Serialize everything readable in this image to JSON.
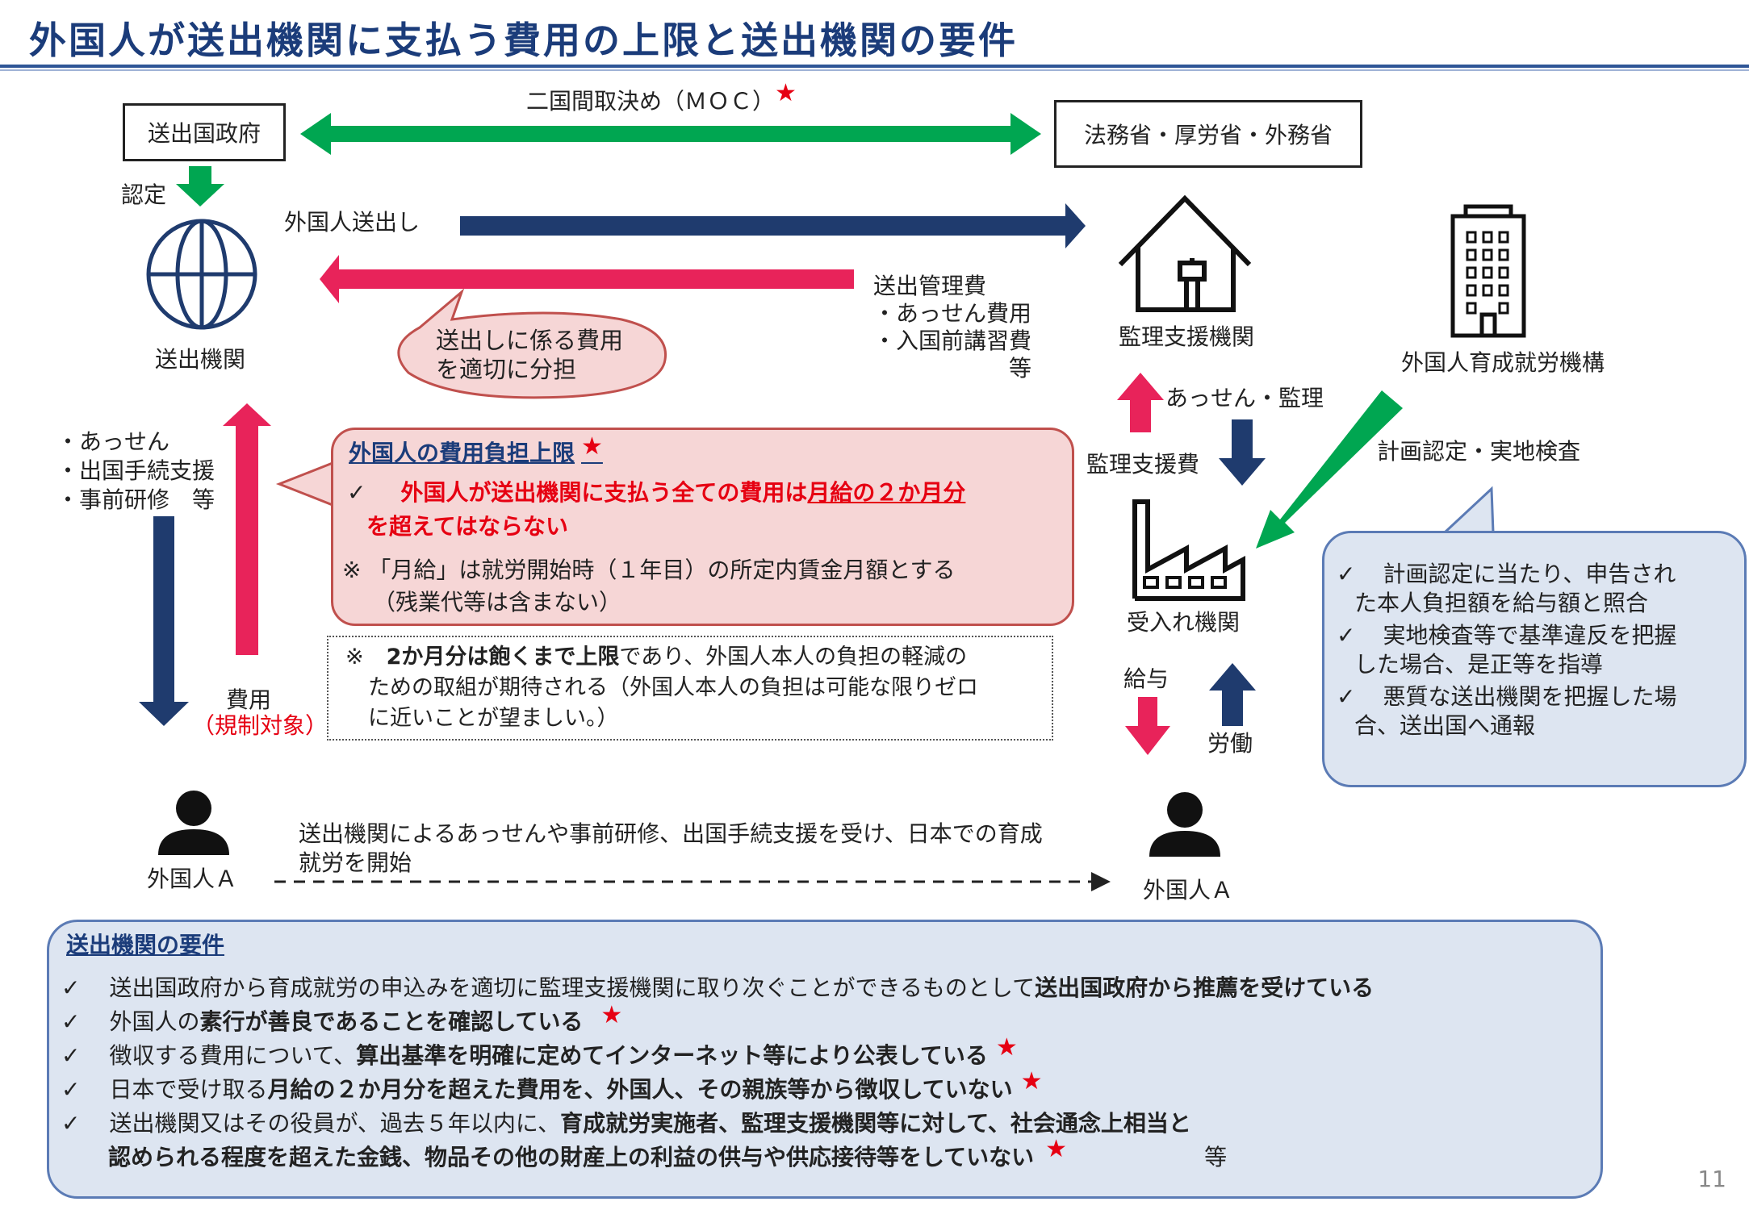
{
  "title": "外国人が送出機関に支払う費用の上限と送出機関の要件",
  "page_number": "11",
  "top": {
    "left_box": "送出国政府",
    "right_box": "法務省・厚労省・外務省",
    "moc_label": "二国間取決め（ＭＯＣ）",
    "star": "★",
    "nintei": "認定"
  },
  "left_col": {
    "okuridashi_label": "送出機関",
    "services": [
      "・あっせん",
      "・出国手続支援",
      "・事前研修　等"
    ],
    "hiyo": "費用",
    "kisei": "（規制対象）",
    "person_label": "外国人Ａ"
  },
  "middle": {
    "send_label": "外国人送出し",
    "mgmt_fee": [
      "送出管理費",
      "・あっせん費用",
      "・入国前講習費",
      "等"
    ],
    "bubble_text": [
      "送出しに係る費用",
      "を適切に分担"
    ],
    "cap_title": "外国人の費用負担上限",
    "cap_check": "✓",
    "cap_line1_a": "外国人が送出機関に支払う全ての費用は",
    "cap_line1_b": "月給の２か月分",
    "cap_line2": "を超えてはならない",
    "cap_note1": "※ 「月給」は就労開始時（１年目）の所定内賃金月額とする",
    "cap_note2": "（残業代等は含まない）",
    "dotted_mark": "※",
    "dotted_bold": "2か月分は飽くまで上限",
    "dotted_rest1": "であり、外国人本人の負担の軽減の",
    "dotted_rest2": "ための取組が期待される（外国人本人の負担は可能な限りゼロ",
    "dotted_rest3": "に近いことが望ましい。）",
    "journey": [
      "送出機関によるあっせんや事前研修、出国手続支援を受け、日本での育成",
      "就労を開始"
    ]
  },
  "right_col": {
    "kanri": "監理支援機関",
    "assen": "あっせん・監理",
    "kanri_fee": "監理支援費",
    "ukeire": "受入れ機関",
    "kyuyo": "給与",
    "rodo": "労働",
    "person_label": "外国人Ａ",
    "kiko": "外国人育成就労機構",
    "keikaku": "計画認定・実地検査",
    "check_items": [
      [
        "計画認定に当たり、申告され",
        "た本人負担額を給与額と照合"
      ],
      [
        "実地検査等で基準違反を把握",
        "した場合、是正等を指導"
      ],
      [
        "悪質な送出機関を把握した場",
        "合、送出国へ通報"
      ]
    ]
  },
  "requirements": {
    "heading": "送出機関の要件",
    "items": [
      {
        "normal": "送出国政府から育成就労の申込みを適切に監理支援機関に取り次ぐことができるものとして",
        "bold": "送出国政府から推薦を受けている",
        "after": "",
        "star": false
      },
      {
        "normal": "外国人の",
        "bold": "素行が善良であることを確認している",
        "after": "",
        "star": true
      },
      {
        "normal": "徴収する費用について、",
        "bold": "算出基準を明確に定めてインターネット等により公表している",
        "after": "",
        "star": true
      },
      {
        "normal": "日本で受け取る",
        "bold": "月給の２か月分を超えた費用を、外国人、その親族等から徴収していない",
        "after": "",
        "star": true
      },
      {
        "normal": "送出機関又はその役員が、過去５年以内に、",
        "bold": "育成就労実施者、監理支援機関等に対して、社会通念上相当と",
        "after": "",
        "star": false
      }
    ],
    "last_line_bold": "認められる程度を超えた金銭、物品その他の財産上の利益の供与や供応接待等をしていない",
    "tou": "等"
  },
  "colors": {
    "green": "#00a651",
    "navy": "#1f3b6e",
    "pink": "#e8235a",
    "red": "#e60012"
  }
}
